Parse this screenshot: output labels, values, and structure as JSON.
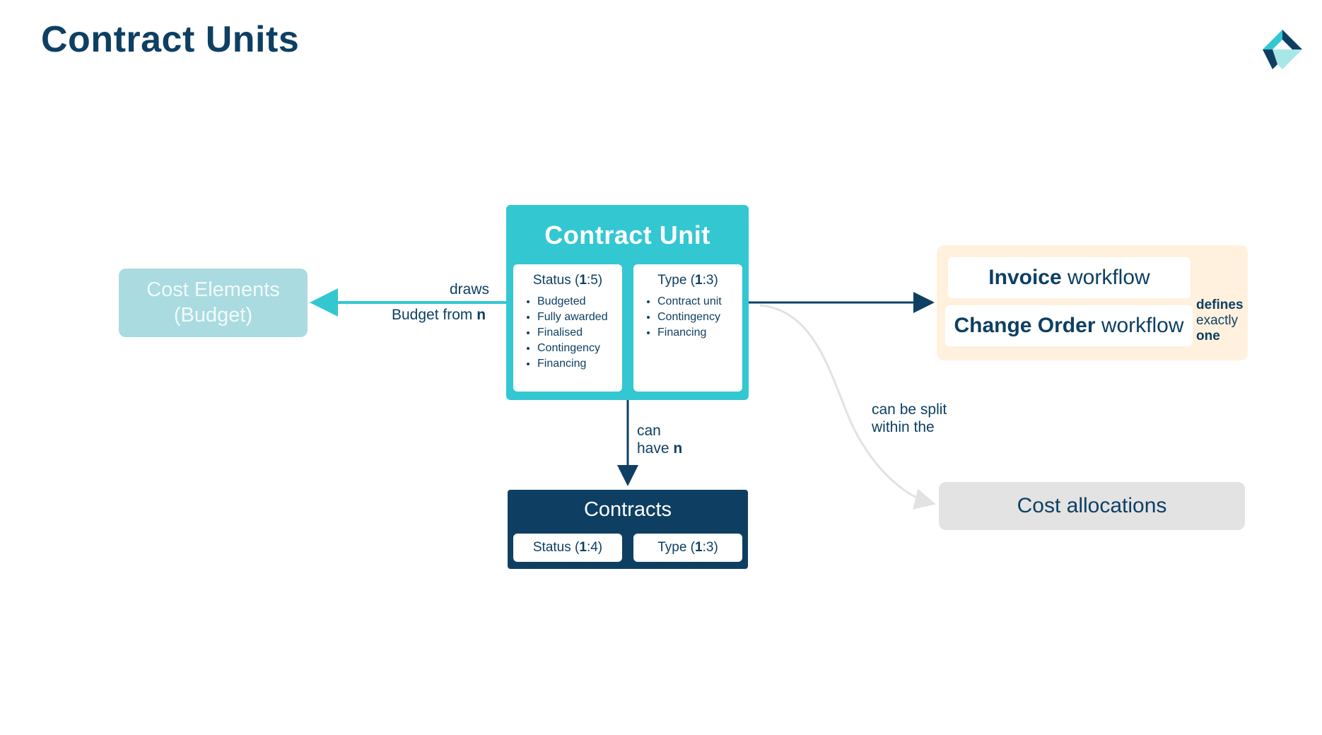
{
  "page": {
    "title": "Contract Units"
  },
  "logo": {
    "icon": "company-logo-icon",
    "colors": [
      "#33c7d2",
      "#0e3f63",
      "#a9e6e6"
    ]
  },
  "contract_unit": {
    "title": "Contract Unit",
    "status": {
      "label": "Status (",
      "count": "1",
      "rest": ":5)",
      "items": [
        "Budgeted",
        "Fully awarded",
        "Finalised",
        "Contingency",
        "Financing"
      ]
    },
    "type": {
      "label": "Type (",
      "count": "1",
      "rest": ":3)",
      "items": [
        "Contract unit",
        "Contingency",
        "Financing"
      ]
    }
  },
  "contracts": {
    "title": "Contracts",
    "status": {
      "label": "Status (",
      "count": "1",
      "rest": ":4)"
    },
    "type": {
      "label": "Type (",
      "count": "1",
      "rest": ":3)"
    }
  },
  "cost_elements": {
    "line1": "Cost Elements",
    "line2": "(Budget)"
  },
  "edge_draws": {
    "line1": "draws",
    "line2_prefix": "Budget from ",
    "line2_bold": "n"
  },
  "edge_can_have": {
    "line1": "can",
    "line2_prefix": "have ",
    "line2_bold": "n"
  },
  "edge_split": {
    "line1": "can be split",
    "line2": "within the"
  },
  "workflows": {
    "invoice": {
      "bold": "Invoice",
      "rest": " workflow"
    },
    "change_order": {
      "bold": "Change Order",
      "rest": " workflow"
    },
    "defines": {
      "bold": "defines",
      "mid": "exactly",
      "last": "one"
    }
  },
  "cost_allocations": {
    "label": "Cost allocations"
  },
  "colors": {
    "navy": "#0e3f63",
    "teal": "#33c7d2",
    "light_teal": "#a9dbe0",
    "cream": "#fff1dd",
    "grey": "#e3e3e3"
  }
}
